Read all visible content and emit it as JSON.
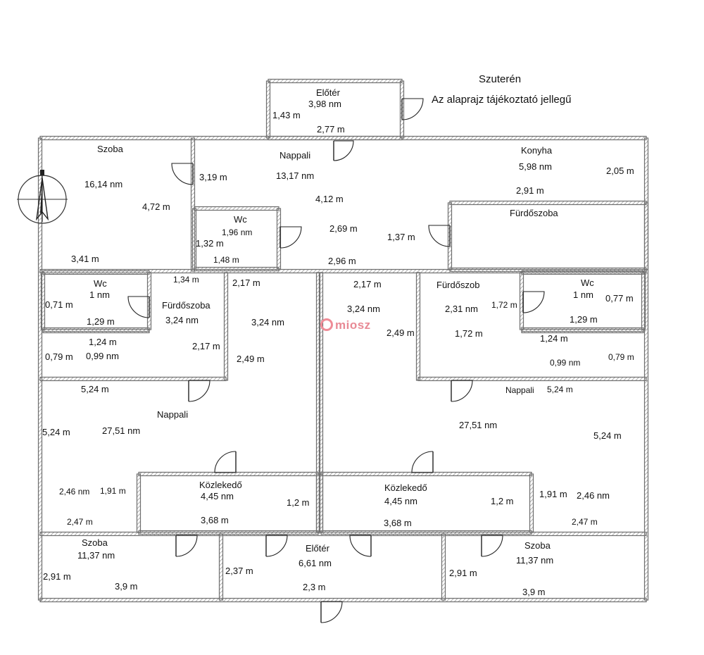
{
  "header": {
    "level": "Szuterén",
    "note": "Az alaprajz tájékoztató jellegű"
  },
  "watermark": {
    "text": "miosz",
    "color": "#ef8c97"
  },
  "colors": {
    "wall": "#6e6e6e",
    "wall_hatch": "#b5b5b5",
    "text": "#111111"
  },
  "icons": [
    "north-arrow-icon",
    "door-swing-icon",
    "watermark-logo-icon"
  ],
  "rooms": {
    "eloter_top": {
      "name": "Előtér",
      "area": "3,98 nm",
      "d1": "1,43 m",
      "d2": "2,77 m"
    },
    "szoba_nw": {
      "name": "Szoba",
      "area": "16,14 nm",
      "d1": "4,72 m",
      "d2": "3,41 m"
    },
    "nappali_top": {
      "name": "Nappali",
      "area": "13,17 nm",
      "d1": "3,19 m",
      "d2": "4,12 m",
      "d3": "2,69 m",
      "d4": "1,37 m",
      "d5": "2,96 m"
    },
    "konyha": {
      "name": "Konyha",
      "area": "5,98 nm",
      "d1": "2,05 m",
      "d2": "2,91 m"
    },
    "wc_center": {
      "name": "Wc",
      "area": "1,96 nm",
      "d1": "1,32 m",
      "d2": "1,48 m"
    },
    "furdoszoba_ne": {
      "name": "Fürdőszoba"
    },
    "wc_left": {
      "name": "Wc",
      "area": "1 nm",
      "d1": "0,71 m",
      "d2": "1,29 m"
    },
    "furdoszoba_left": {
      "name": "Fürdőszoba",
      "area": "3,24 nm",
      "d1": "1,34 m",
      "d2": "2,17 m",
      "d3": "1,24 m",
      "d4": "0,79 m",
      "d5": "0,99 nm"
    },
    "hall_left": {
      "area": "3,24 nm",
      "d1": "2,17 m",
      "d2": "2,49 m"
    },
    "hall_right": {
      "area": "3,24 nm",
      "d1": "2,17 m",
      "d2": "2,49 m"
    },
    "furdoszoba_right": {
      "name": "Fürdőszob",
      "area": "2,31 nm",
      "d1": "1,72 m",
      "d2": "1,72 m",
      "d3": "1,24 m",
      "d4": "0,99 nm",
      "d5": "0,79 m"
    },
    "wc_right": {
      "name": "Wc",
      "area": "1 nm",
      "d1": "0,77 m",
      "d2": "1,29 m"
    },
    "nappali_left": {
      "name": "Nappali",
      "area": "27,51 nm",
      "d1": "5,24 m",
      "d2": "5,24 m",
      "d3": "2,46 nm",
      "d4": "1,91 m",
      "d5": "2,47 m"
    },
    "nappali_right": {
      "name": "Nappali",
      "area": "27,51 nm",
      "d1": "5,24 m",
      "d2": "5,24 m",
      "d3": "1,91 m",
      "d4": "2,46 nm",
      "d5": "2,47 m"
    },
    "kozlekedo_left": {
      "name": "Közlekedő",
      "area": "4,45 nm",
      "d1": "1,2 m",
      "d2": "3,68 m"
    },
    "kozlekedo_right": {
      "name": "Közlekedő",
      "area": "4,45 nm",
      "d1": "1,2 m",
      "d2": "3,68 m"
    },
    "szoba_sw": {
      "name": "Szoba",
      "area": "11,37 nm",
      "d1": "2,91 m",
      "d2": "3,9 m"
    },
    "eloter_bottom": {
      "name": "Előtér",
      "area": "6,61 nm",
      "d1": "2,37 m",
      "d2": "2,3 m"
    },
    "szoba_se": {
      "name": "Szoba",
      "area": "11,37 nm",
      "d1": "2,91 m",
      "d2": "3,9 m"
    }
  }
}
